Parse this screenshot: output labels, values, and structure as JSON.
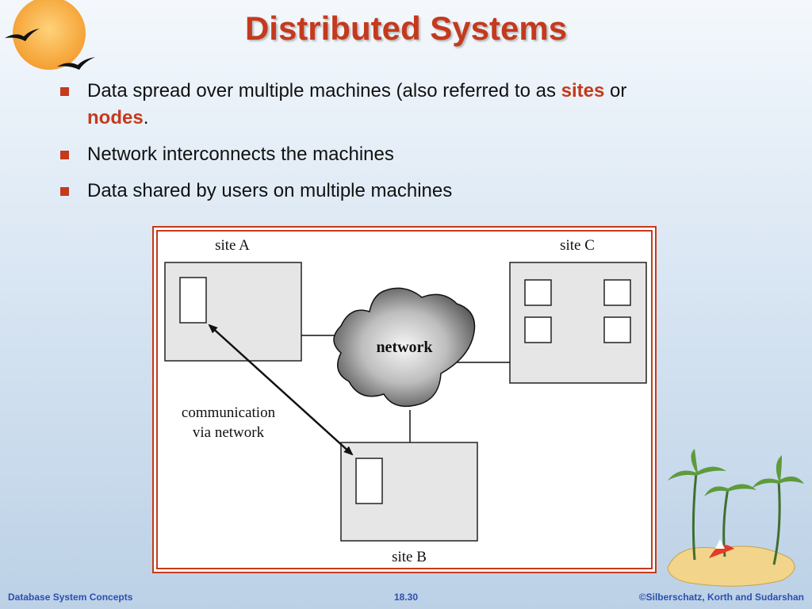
{
  "slide": {
    "title": "Distributed Systems",
    "bullets": {
      "b1": {
        "before": "Data spread over multiple machines (also referred to as ",
        "hl1": "sites",
        "mid": " or ",
        "hl2": "nodes",
        "after": "."
      },
      "b2": "Network interconnects the machines",
      "b3": "Data shared by users on multiple machines"
    }
  },
  "diagram": {
    "site_a": "site A",
    "site_b": "site B",
    "site_c": "site C",
    "network": "network",
    "comm_line1": "communication",
    "comm_line2": "via network"
  },
  "footer": {
    "left": "Database System Concepts",
    "center": "18.30",
    "right": "©Silberschatz, Korth and Sudarshan"
  },
  "colors": {
    "accent": "#c43a1c",
    "footer_text": "#2d4fb0"
  },
  "icons": [
    "sun-logo-icon",
    "bird-icon",
    "palm-island-icon",
    "bullet-square-icon"
  ]
}
